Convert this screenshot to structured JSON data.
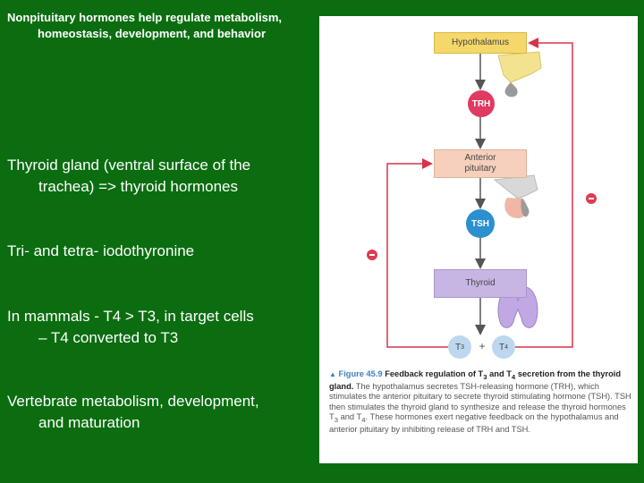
{
  "slide": {
    "title_line1": "Nonpituitary hormones help regulate metabolism,",
    "title_line2": "homeostasis, development, and behavior",
    "bullets": [
      {
        "line1": "Thyroid gland (ventral surface of the",
        "line2": "trachea) => thyroid hormones"
      },
      {
        "line1": "Tri- and tetra- iodothyronine",
        "line2": ""
      },
      {
        "line1": "In mammals  - T4 > T3, in target cells",
        "line2": "– T4 converted to T3"
      },
      {
        "line1": "Vertebrate metabolism, development,",
        "line2": "and maturation"
      }
    ]
  },
  "figure": {
    "hypothalamus": "Hypothalamus",
    "anterior_pituitary_line1": "Anterior",
    "anterior_pituitary_line2": "pituitary",
    "thyroid": "Thyroid",
    "trh": "TRH",
    "tsh": "TSH",
    "t3_letter": "T",
    "t3_sub": "3",
    "t4_letter": "T",
    "t4_sub": "4",
    "plus": "+",
    "caption": {
      "figure_label": "Figure 45.9",
      "title_part1": "Feedback regulation of T",
      "title_sub1": "3",
      "title_part2": " and T",
      "title_sub2": "4",
      "title_part3": " secretion from the thyroid gland.",
      "body_part1": " The hypothalamus secretes TSH-releasing hormone (TRH), which stimulates the anterior pituitary to secrete thyroid stimulating hormone (TSH). TSH then stimulates the thyroid gland to synthesize and release the thyroid hormones T",
      "body_sub1": "3",
      "body_part2": " and T",
      "body_sub2": "4",
      "body_part3": ". These hormones exert negative feedback on the hypothalamus and anterior pituitary by inhibiting release of TRH and TSH."
    }
  },
  "colors": {
    "background": "#0b6d10",
    "hypothalamus_box": "#f5d76a",
    "pituitary_box": "#f6d0bd",
    "thyroid_box": "#c7b6e3",
    "trh_circle": "#e03a63",
    "tsh_circle": "#2b8fd0",
    "feedback_line": "#d8334a"
  }
}
